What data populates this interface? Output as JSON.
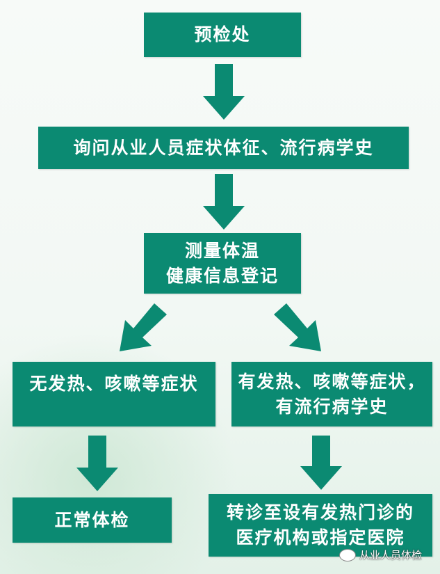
{
  "nodes": {
    "precheck": "预检处",
    "inquiry": "询问从业人员症状体征、流行病学史",
    "measure_line1": "测量体温",
    "measure_line2": "健康信息登记",
    "no_symptom": "无发热、咳嗽等症状",
    "symptom_line1": "有发热、咳嗽等症状，",
    "symptom_line2": "有流行病学史",
    "normal_exam": "正常体检",
    "referral_line1": "转诊至设有发热门诊的",
    "referral_line2": "医疗机构或指定医院"
  },
  "watermark": "从业人员体检",
  "colors": {
    "box": "#0b8a72",
    "text": "#ffffff"
  }
}
